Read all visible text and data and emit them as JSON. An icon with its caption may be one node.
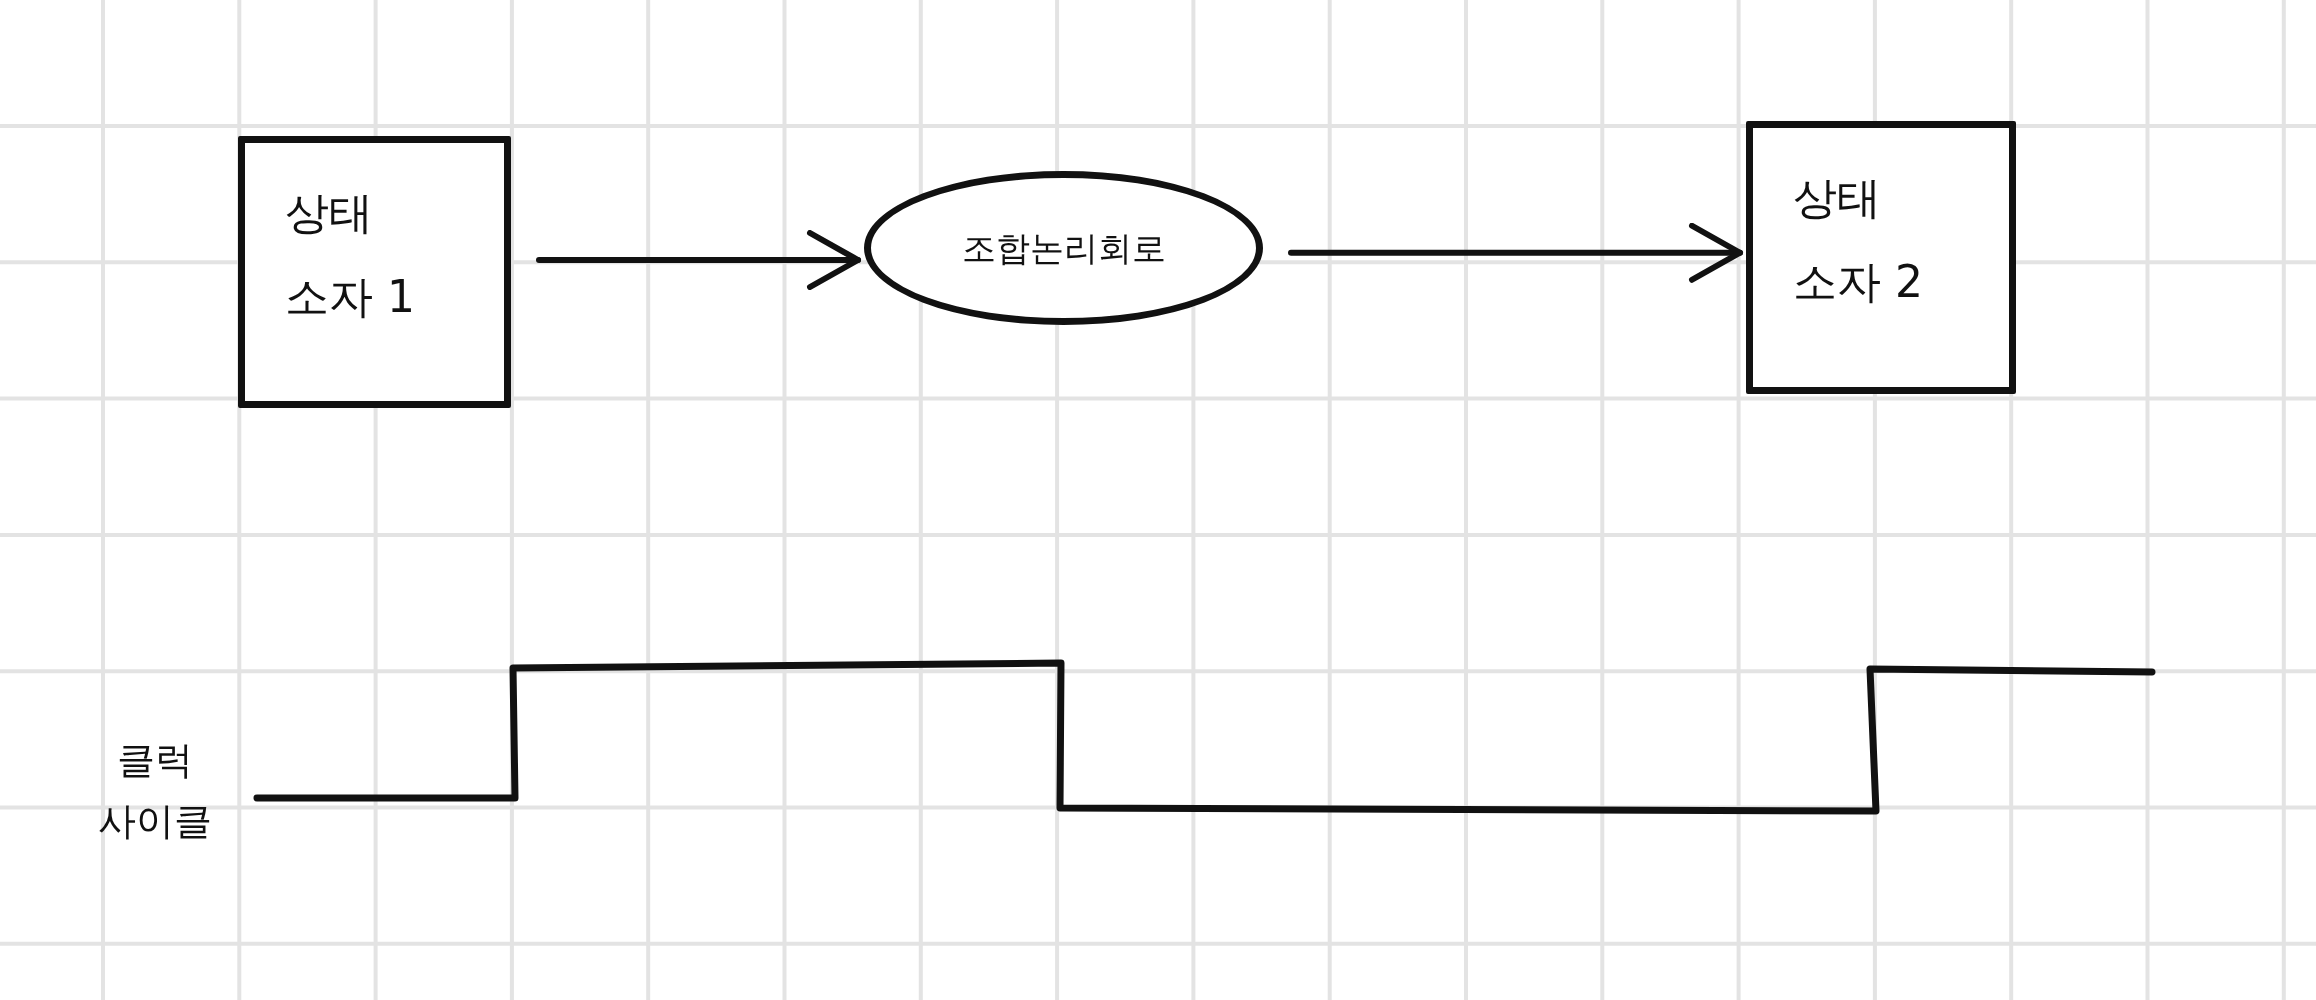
{
  "diagram": {
    "nodes": [
      {
        "text": [
          "상태 소자 1"
        ]
      },
      {
        "text": [
          "조합논리회로"
        ]
      },
      {
        "text": [
          "상태 소자 2"
        ]
      }
    ],
    "edges": [
      {
        "from": 0,
        "to": 1,
        "arrow": "to"
      },
      {
        "from": 1,
        "to": 2,
        "arrow": "to"
      }
    ],
    "labels": [
      "클럭 사이클"
    ]
  }
}
